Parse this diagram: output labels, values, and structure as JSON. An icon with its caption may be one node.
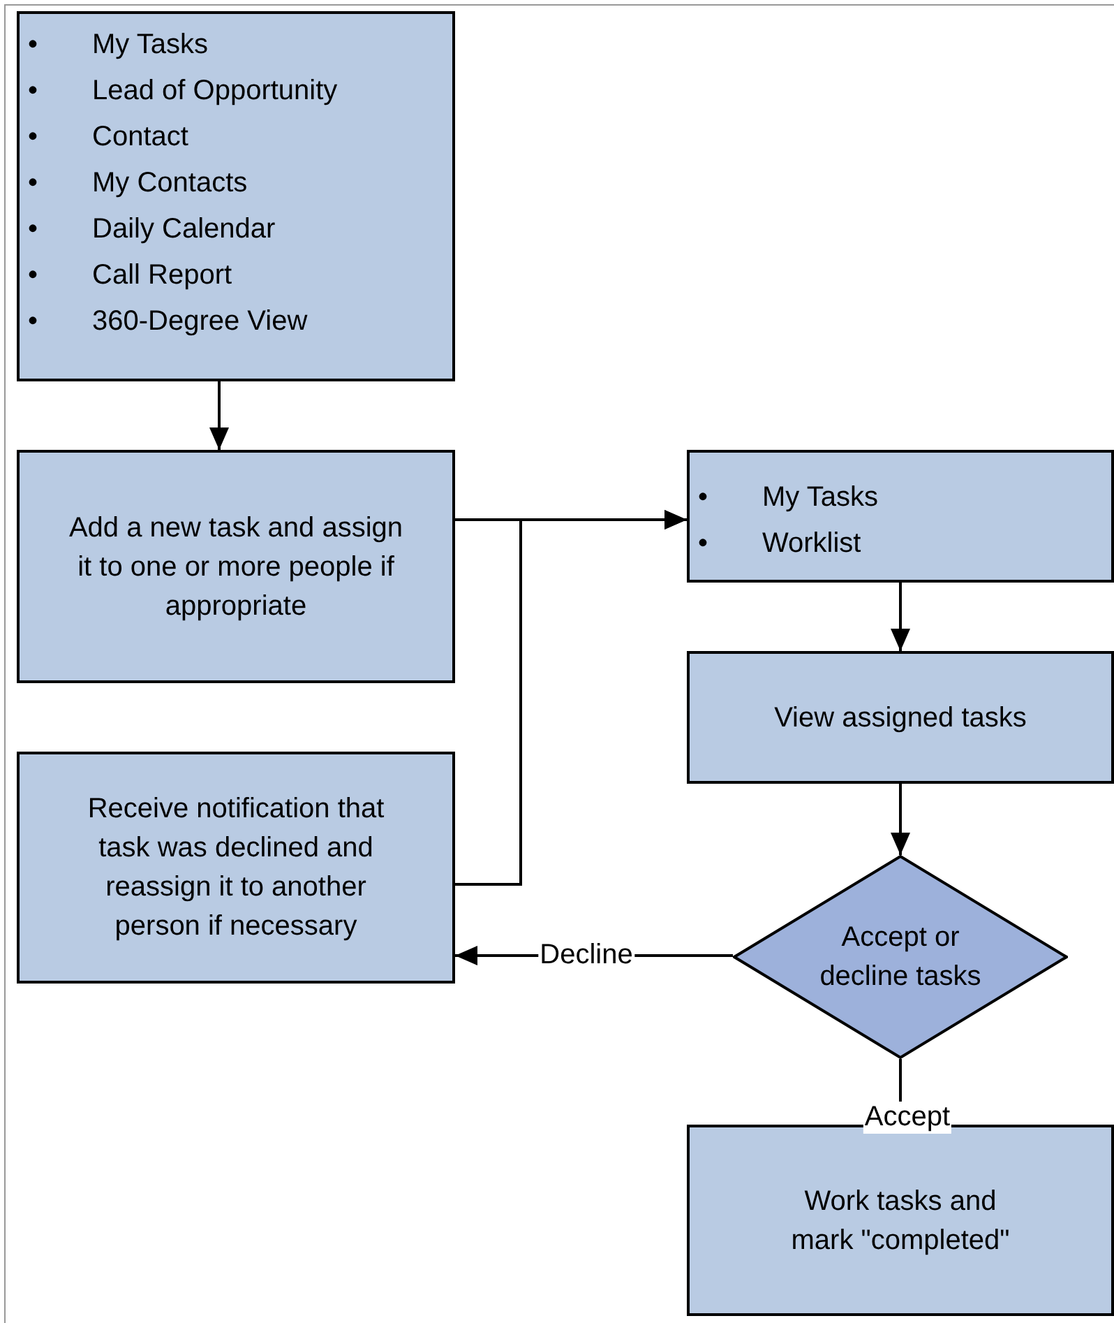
{
  "diagram": {
    "nodes": [
      {
        "text": [
          "• My Tasks",
          "• Lead of Opportunity",
          "• Contact",
          "• My Contacts",
          "• Daily Calendar",
          "• Call Report",
          "• 360-Degree View"
        ]
      },
      {
        "text": [
          "Add a new task and assign it to one or more people if appropriate"
        ]
      },
      {
        "text": [
          "Receive notification that task was declined and reassign it to another person if necessary"
        ]
      },
      {
        "text": [
          "• My Tasks",
          "• Worklist"
        ]
      },
      {
        "text": [
          "View assigned tasks"
        ]
      },
      {
        "text": [
          "Accept or decline tasks"
        ]
      },
      {
        "text": [
          "Work tasks and mark \"completed\""
        ]
      }
    ],
    "edges": [
      {
        "from": 0,
        "to": 1,
        "arrow": "to"
      },
      {
        "from": 1,
        "to": 3,
        "arrow": "to"
      },
      {
        "from": 2,
        "to": 3,
        "arrow": "to"
      },
      {
        "from": 3,
        "to": 4,
        "arrow": "to"
      },
      {
        "from": 4,
        "to": 5,
        "arrow": "to"
      },
      {
        "from": 5,
        "to": 2,
        "arrow": "to",
        "label": "Decline"
      },
      {
        "from": 5,
        "to": 6,
        "arrow": "to",
        "label": "Accept"
      }
    ]
  }
}
